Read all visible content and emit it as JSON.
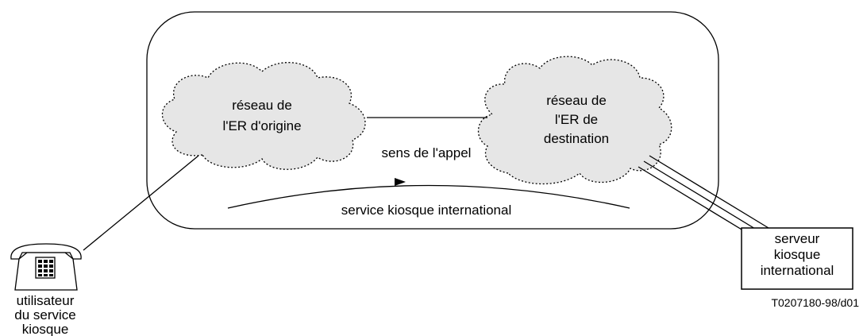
{
  "origin_network": {
    "line1": "réseau de",
    "line2": "l'ER d'origine"
  },
  "destination_network": {
    "line1": "réseau de",
    "line2": "l'ER de",
    "line3": "destination"
  },
  "call_direction": "sens de l'appel",
  "international_service": "service kiosque international",
  "server": {
    "line1": "serveur",
    "line2": "kiosque",
    "line3": "international"
  },
  "user": {
    "line1": "utilisateur",
    "line2": "du service",
    "line3": "kiosque"
  },
  "figure_reference": "T0207180-98/d01"
}
